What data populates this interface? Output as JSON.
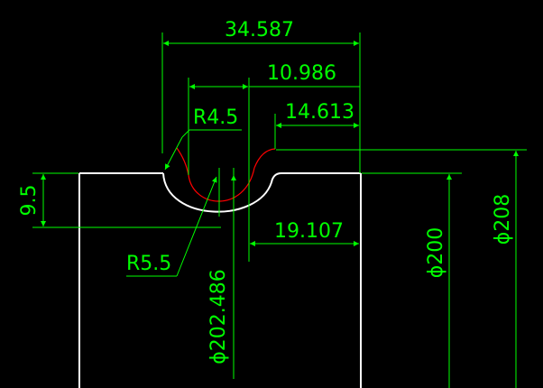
{
  "colors": {
    "background": "#000000",
    "part_outline": "#ffffff",
    "dimension": "#00ff00",
    "highlight_arc": "#ff0000"
  },
  "dimensions": {
    "overall_width": "34.587",
    "inner_width": "10.986",
    "right_offset": "14.613",
    "groove_depth": "9.5",
    "groove_to_edge": "19.107",
    "radius_small": "R4.5",
    "radius_large": "R5.5",
    "diameter_bottom": "ϕ202.486",
    "diameter_inner": "ϕ200",
    "diameter_outer": "ϕ208"
  }
}
